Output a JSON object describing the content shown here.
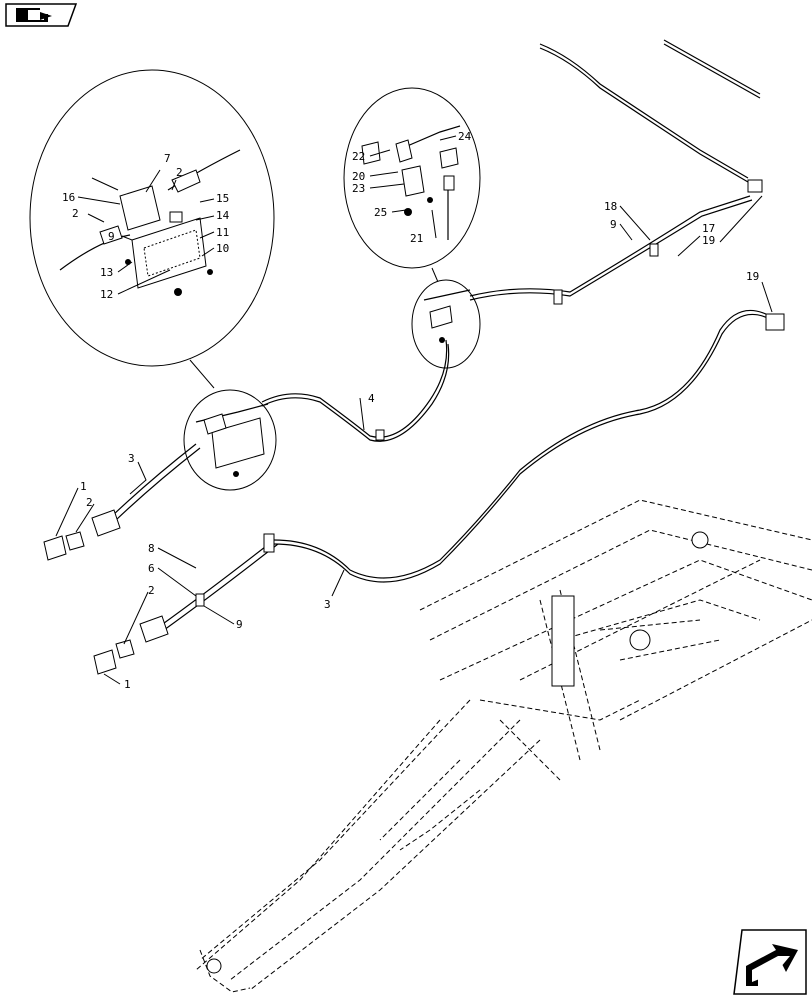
{
  "nav": {
    "prev_icon": "arrow-back-icon",
    "next_icon": "arrow-forward-icon"
  },
  "callouts": [
    {
      "id": "c-16",
      "text": "16"
    },
    {
      "id": "c-7",
      "text": "7"
    },
    {
      "id": "c-2a",
      "text": "2"
    },
    {
      "id": "c-15",
      "text": "15"
    },
    {
      "id": "c-2b",
      "text": "2"
    },
    {
      "id": "c-14",
      "text": "14"
    },
    {
      "id": "c-11",
      "text": "11"
    },
    {
      "id": "c-10",
      "text": "10"
    },
    {
      "id": "c-9a",
      "text": "9"
    },
    {
      "id": "c-13",
      "text": "13"
    },
    {
      "id": "c-12",
      "text": "12"
    },
    {
      "id": "c-24",
      "text": "24"
    },
    {
      "id": "c-22",
      "text": "22"
    },
    {
      "id": "c-20",
      "text": "20"
    },
    {
      "id": "c-23",
      "text": "23"
    },
    {
      "id": "c-25",
      "text": "25"
    },
    {
      "id": "c-21",
      "text": "21"
    },
    {
      "id": "c-18",
      "text": "18"
    },
    {
      "id": "c-9b",
      "text": "9"
    },
    {
      "id": "c-17",
      "text": "17"
    },
    {
      "id": "c-19a",
      "text": "19"
    },
    {
      "id": "c-19b",
      "text": "19"
    },
    {
      "id": "c-4",
      "text": "4"
    },
    {
      "id": "c-3a",
      "text": "3"
    },
    {
      "id": "c-1a",
      "text": "1"
    },
    {
      "id": "c-2c",
      "text": "2"
    },
    {
      "id": "c-8",
      "text": "8"
    },
    {
      "id": "c-6",
      "text": "6"
    },
    {
      "id": "c-2d",
      "text": "2"
    },
    {
      "id": "c-9c",
      "text": "9"
    },
    {
      "id": "c-3b",
      "text": "3"
    },
    {
      "id": "c-1b",
      "text": "1"
    }
  ]
}
